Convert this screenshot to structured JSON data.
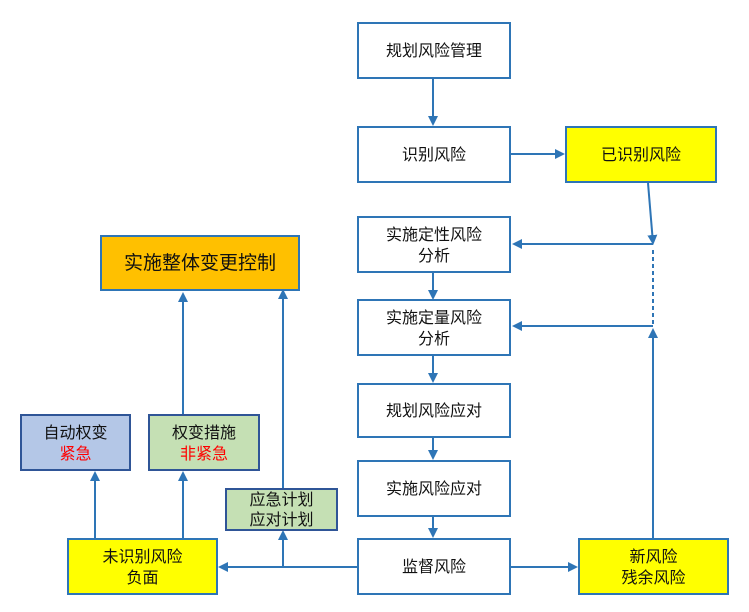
{
  "nodes": {
    "plan_risk_mgmt": "规划风险管理",
    "identify_risk": "识别风险",
    "identified_risk": "已识别风险",
    "qualitative_line1": "实施定性风险",
    "qualitative_line2": "分析",
    "quantitative_line1": "实施定量风险",
    "quantitative_line2": "分析",
    "plan_response": "规划风险应对",
    "implement_response": "实施风险应对",
    "monitor_risk": "监督风险",
    "new_risk_line1": "新风险",
    "new_risk_line2": "残余风险",
    "unidentified_line1": "未识别风险",
    "unidentified_line2": "负面",
    "contingency_line1": "应急计划",
    "contingency_line2": "应对计划",
    "auto_change_line1": "自动权变",
    "auto_change_line2": "紧急",
    "workaround_line1": "权变措施",
    "workaround_line2": "非紧急",
    "integrated_change": "实施整体变更控制"
  },
  "colors": {
    "border": "#2e75b6",
    "arrow": "#2e75b6",
    "yellow": "#ffff00",
    "orange": "#ffc000",
    "light_blue": "#b4c7e7",
    "light_green": "#c5e0b4",
    "urgent_text": "#ff0000"
  }
}
